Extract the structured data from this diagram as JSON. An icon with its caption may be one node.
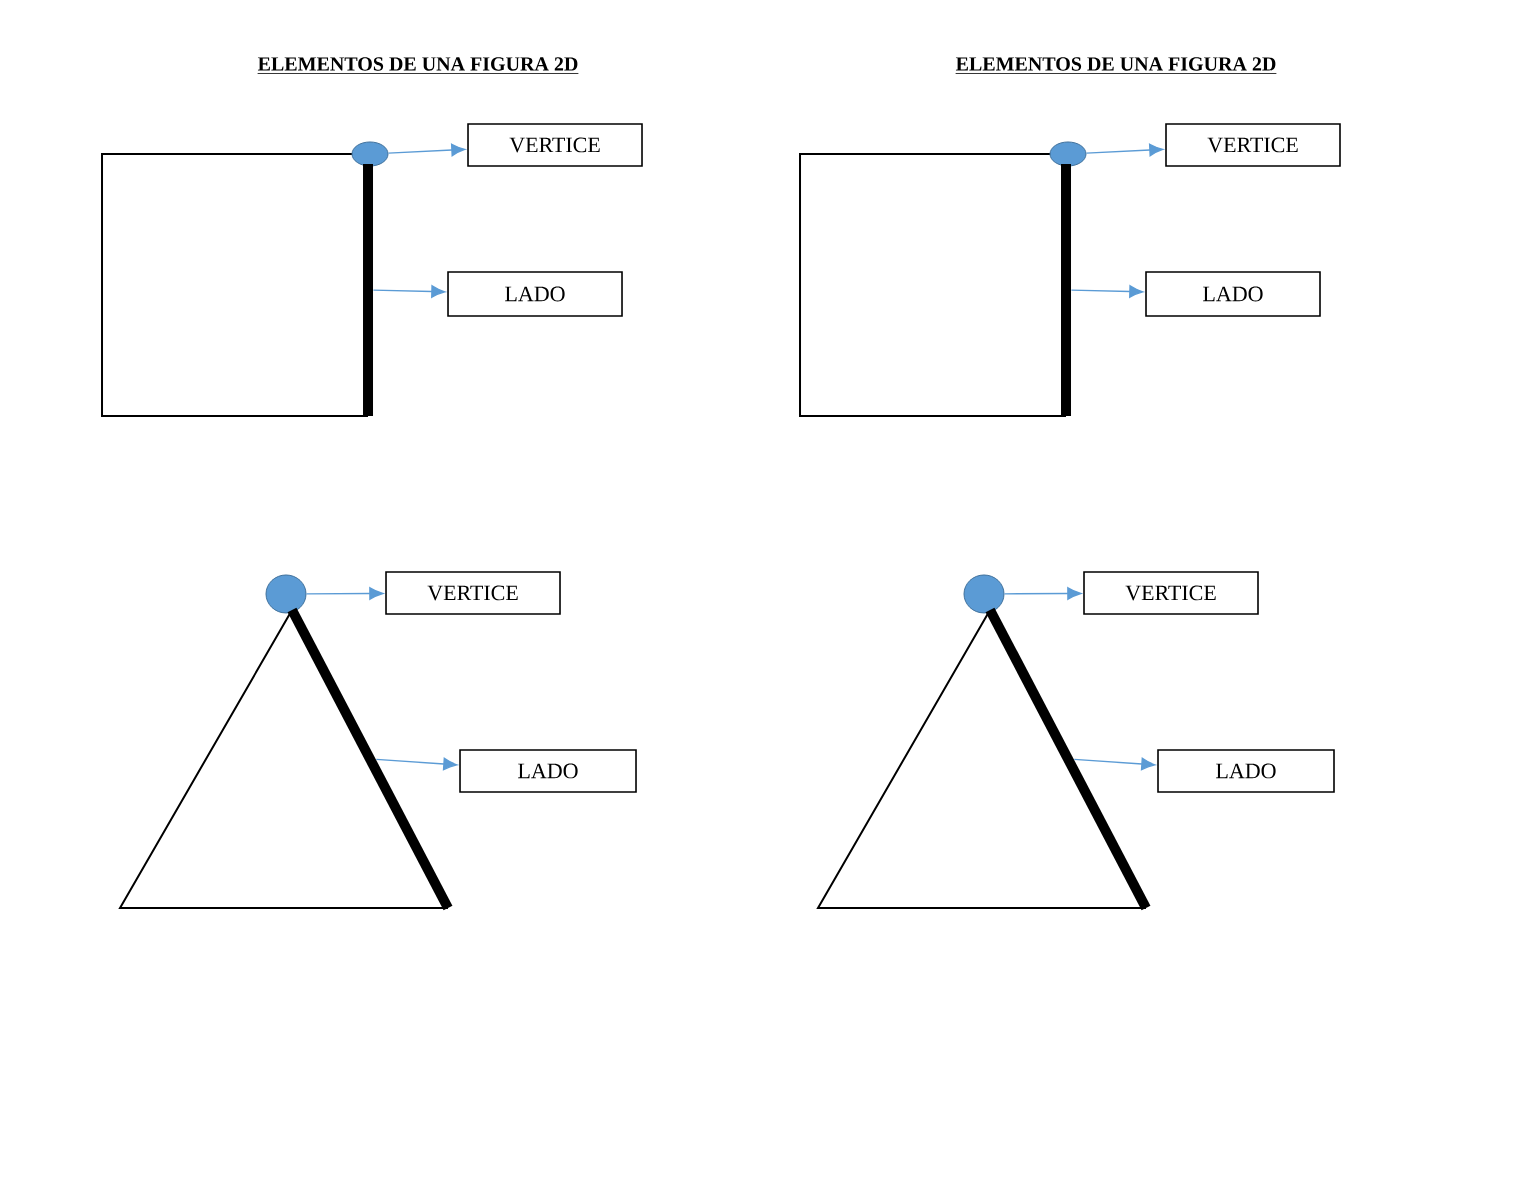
{
  "diagram": {
    "nodes": [
      {
        "text": [],
        "shape": "circle"
      },
      {
        "text": [],
        "shape": "line"
      },
      {
        "text": [
          "VERTICE"
        ]
      },
      {
        "text": [
          "LADO"
        ]
      },
      {
        "text": [],
        "shape": "circle"
      },
      {
        "text": [],
        "shape": "line"
      },
      {
        "text": [
          "VERTICE"
        ]
      },
      {
        "text": [
          "LADO"
        ]
      },
      {
        "text": [],
        "shape": "circle"
      },
      {
        "text": [],
        "shape": "line"
      },
      {
        "text": [
          "VERTICE"
        ]
      },
      {
        "text": [
          "LADO"
        ]
      },
      {
        "text": [],
        "shape": "circle"
      },
      {
        "text": [],
        "shape": "line"
      },
      {
        "text": [
          "VERTICE"
        ]
      },
      {
        "text": [
          "LADO"
        ]
      }
    ],
    "edges": [
      {
        "from": 0,
        "to": 2,
        "arrow": "to",
        "color": "#5b9bd5"
      },
      {
        "from": 1,
        "to": 3,
        "arrow": "to",
        "color": "#5b9bd5"
      },
      {
        "from": 4,
        "to": 6,
        "arrow": "to",
        "color": "#5b9bd5"
      },
      {
        "from": 5,
        "to": 7,
        "arrow": "to",
        "color": "#5b9bd5"
      },
      {
        "from": 8,
        "to": 10,
        "arrow": "to",
        "color": "#5b9bd5"
      },
      {
        "from": 9,
        "to": 11,
        "arrow": "to",
        "color": "#5b9bd5"
      },
      {
        "from": 12,
        "to": 14,
        "arrow": "to",
        "color": "#5b9bd5"
      },
      {
        "from": 13,
        "to": 15,
        "arrow": "to",
        "color": "#5b9bd5"
      }
    ],
    "labels": [
      "**ELEMENTOS DE UNA FIGURA 2D**",
      "**ELEMENTOS DE UNA FIGURA 2D**"
    ]
  }
}
